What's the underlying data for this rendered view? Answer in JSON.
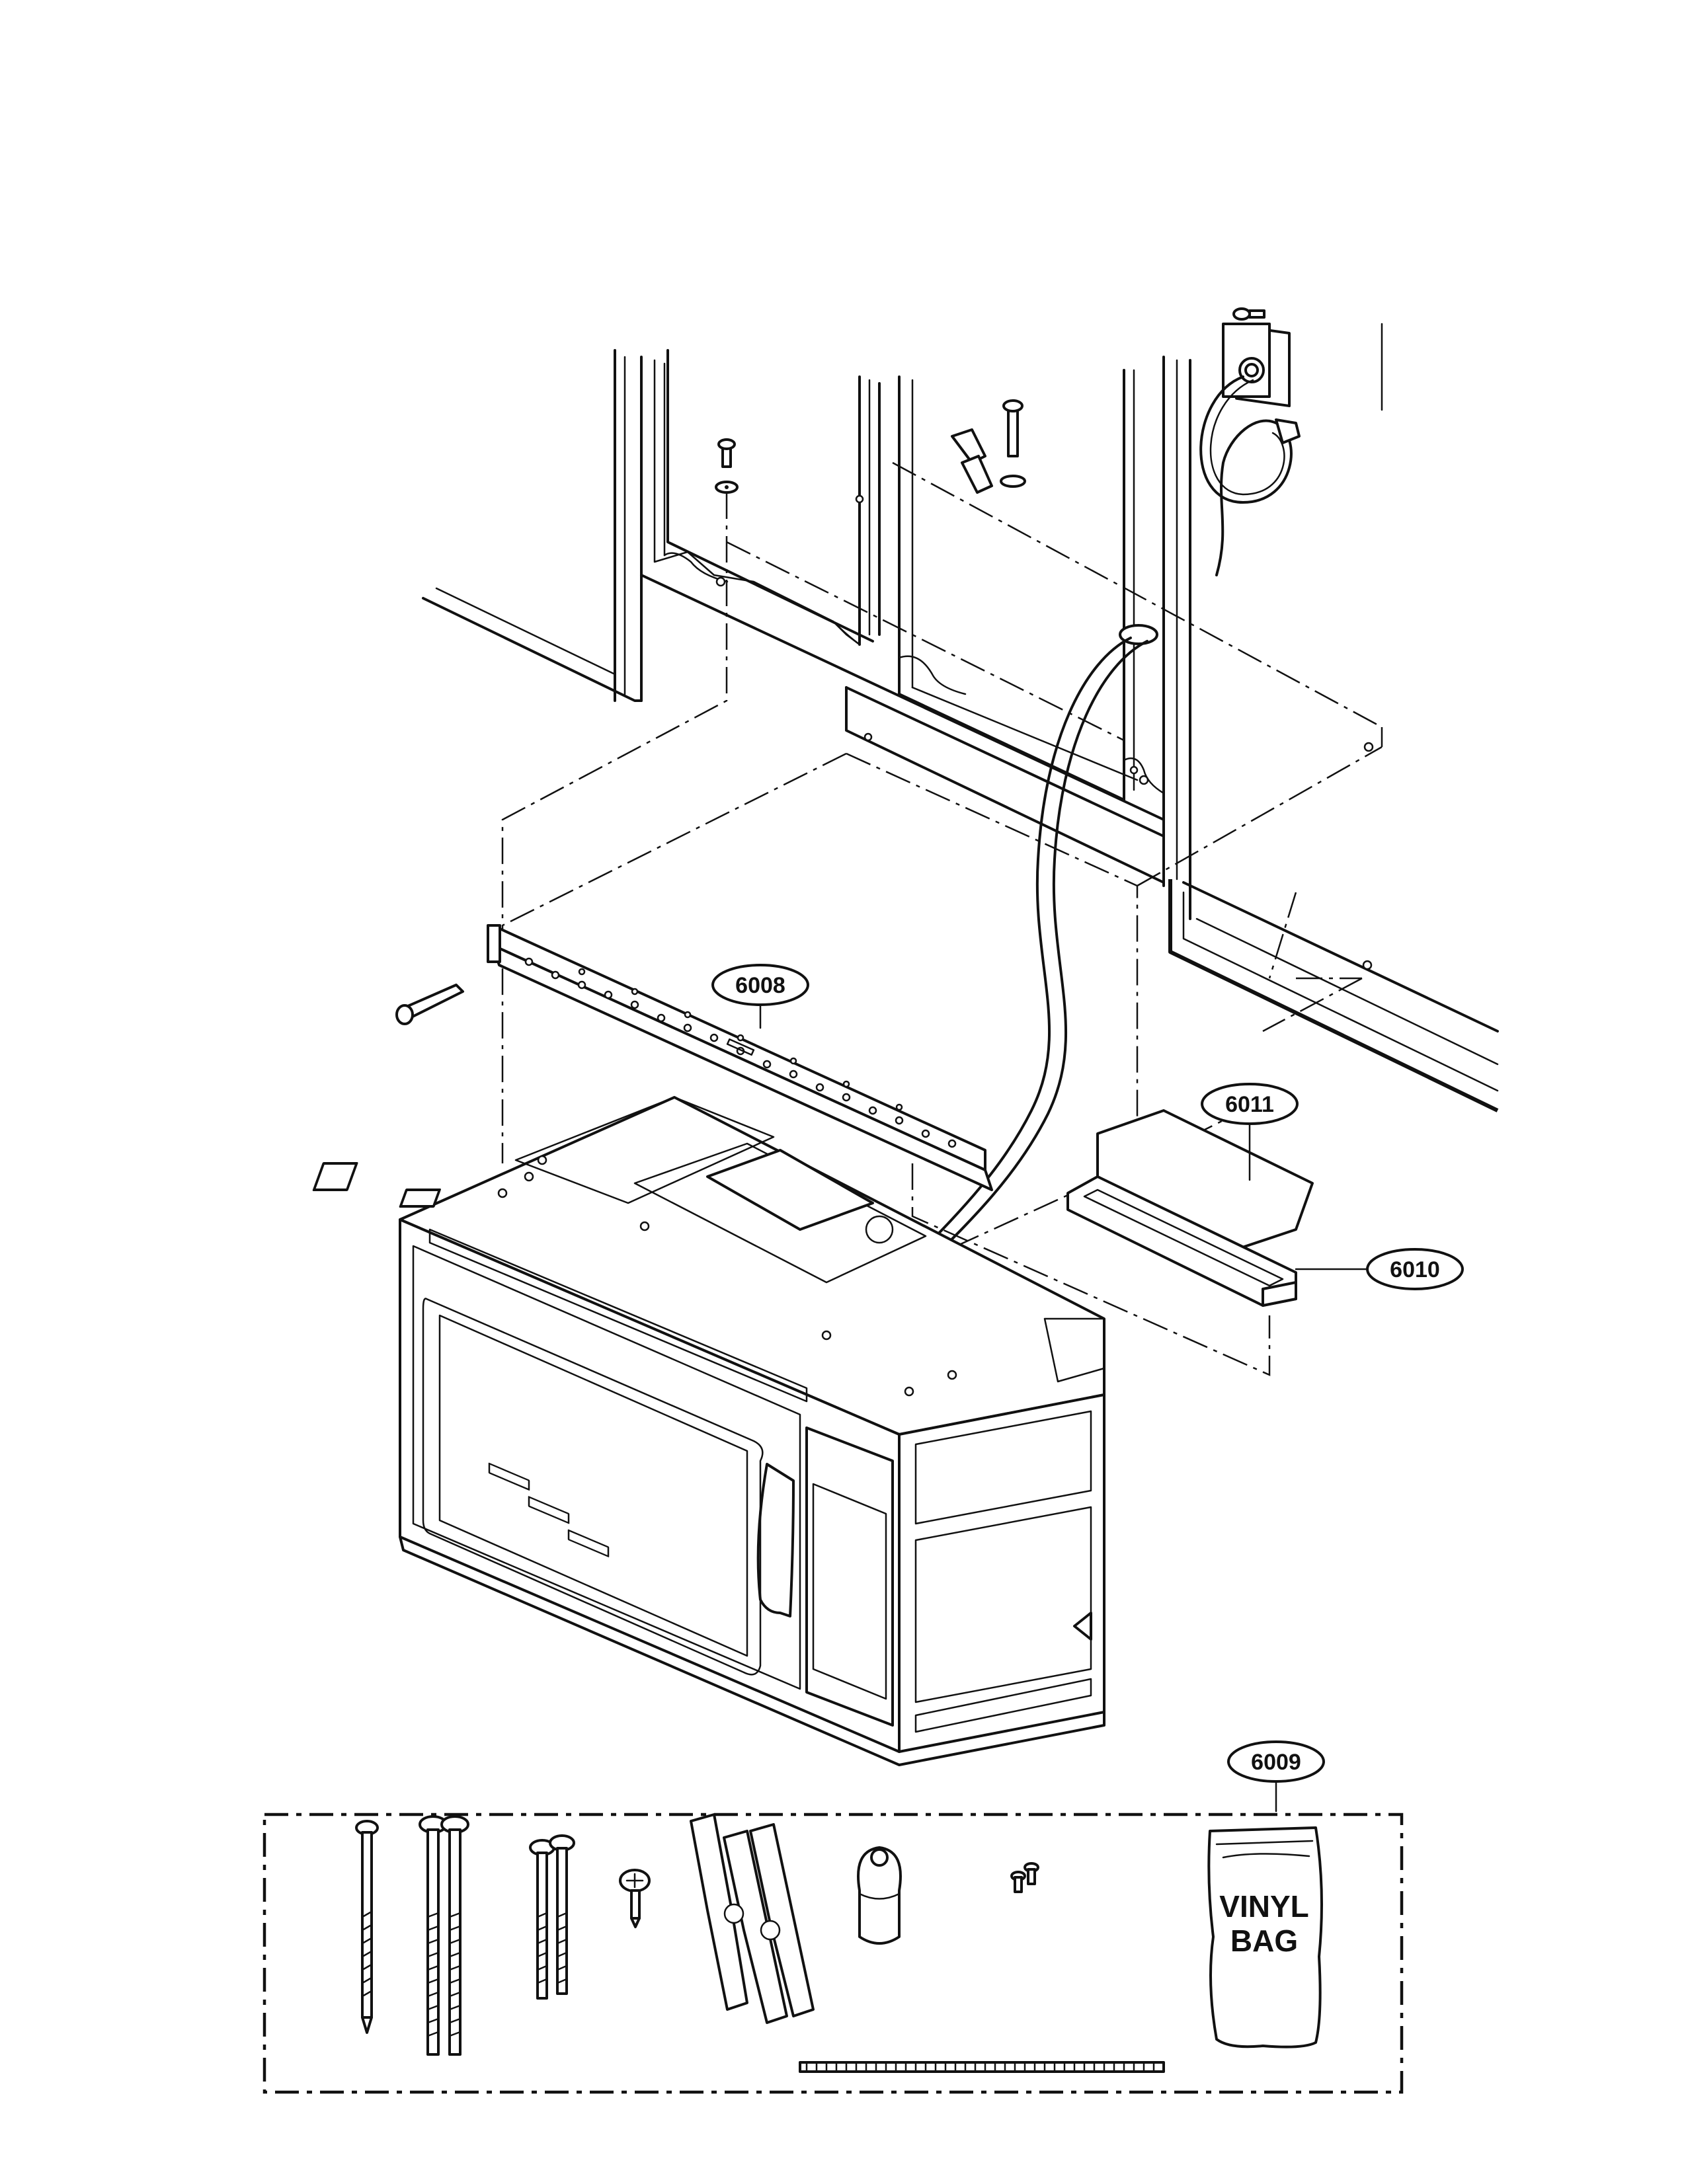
{
  "callouts": [
    {
      "id": "6008",
      "label": "6008"
    },
    {
      "id": "6011",
      "label": "6011"
    },
    {
      "id": "6010",
      "label": "6010"
    },
    {
      "id": "6009",
      "label": "6009"
    }
  ],
  "bag": {
    "line1": "VINYL",
    "line2": "BAG"
  }
}
